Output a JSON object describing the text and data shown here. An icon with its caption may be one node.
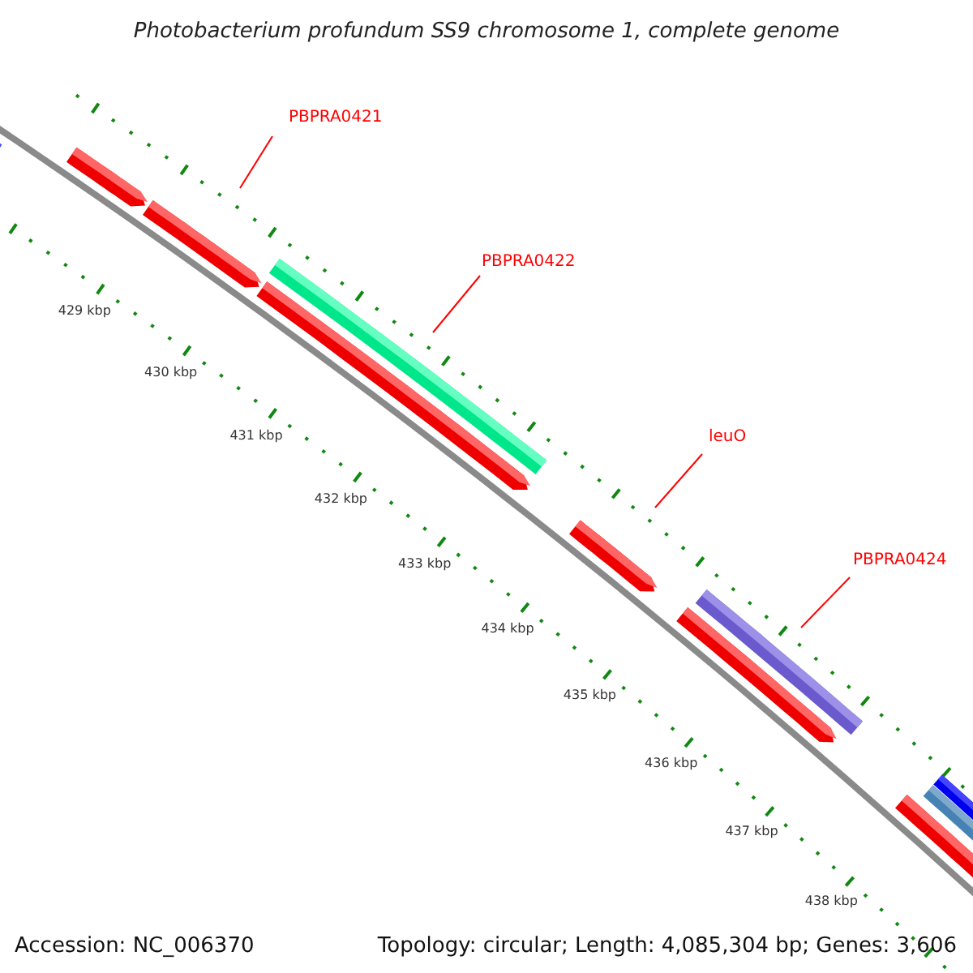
{
  "diagram": {
    "title": "Photobacterium profundum SS9 chromosome 1, complete genome",
    "nodes": [
      {
        "text": [
          "PBPRA0421"
        ]
      },
      {
        "text": [
          "PBPRA0422"
        ]
      },
      {
        "text": [
          "leuO"
        ]
      },
      {
        "text": [
          "PBPRA0424"
        ]
      }
    ],
    "edges": [
      {
        "from": 0,
        "to": null,
        "arrow": "none"
      },
      {
        "from": 1,
        "to": null,
        "arrow": "none"
      },
      {
        "from": 2,
        "to": null,
        "arrow": "none"
      },
      {
        "from": 3,
        "to": null,
        "arrow": "none"
      }
    ],
    "labels": [
      "429 kbp",
      "430 kbp",
      "431 kbp",
      "432 kbp",
      "433 kbp",
      "434 kbp",
      "435 kbp",
      "436 kbp",
      "437 kbp",
      "438 kbp",
      "Accession: NC_006370",
      "Topology: circular; Length: 4,085,304 bp; Genes: 3,606"
    ]
  }
}
